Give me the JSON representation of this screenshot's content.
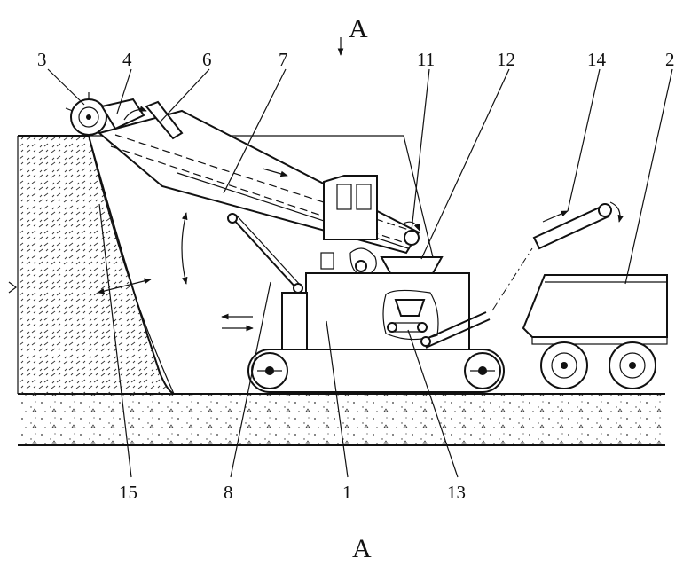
{
  "section_marks": {
    "top": "A",
    "bottom": "A"
  },
  "labels": {
    "l1": "1",
    "l2": "2",
    "l3": "3",
    "l4": "4",
    "l6": "6",
    "l7": "7",
    "l8": "8",
    "l11": "11",
    "l12": "12",
    "l13": "13",
    "l14": "14",
    "l15": "15"
  }
}
